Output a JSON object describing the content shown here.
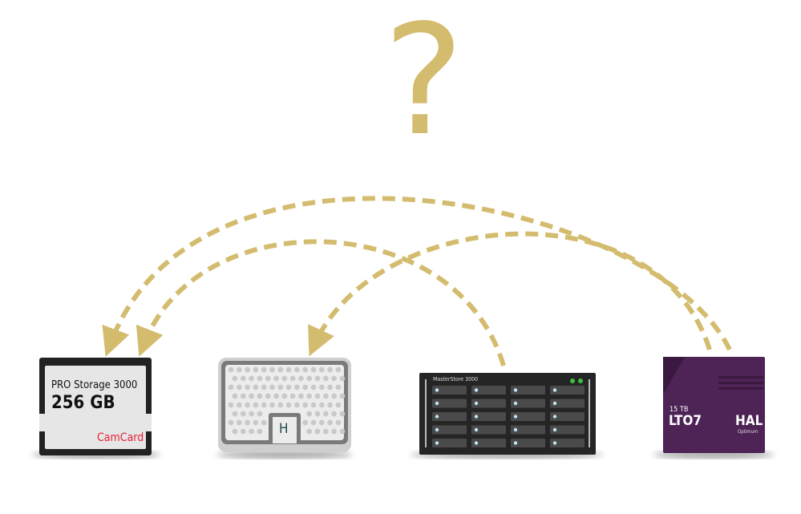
{
  "colors": {
    "arrow": "#d4bc6f",
    "card_red": "#e8223a",
    "tape_purple": "#4e2356",
    "led_green": "#3cc23c"
  },
  "question_mark": "?",
  "devices": {
    "camcard": {
      "line1": "PRO Storage 3000",
      "capacity": "256 GB",
      "brand": "CamCard"
    },
    "hdd": {
      "logo": "H"
    },
    "nas": {
      "name": "MasterStore 3000"
    },
    "tape": {
      "capacity": "15 TB",
      "format": "LTO7",
      "brand": "HAL",
      "sub": "Optimum"
    }
  }
}
